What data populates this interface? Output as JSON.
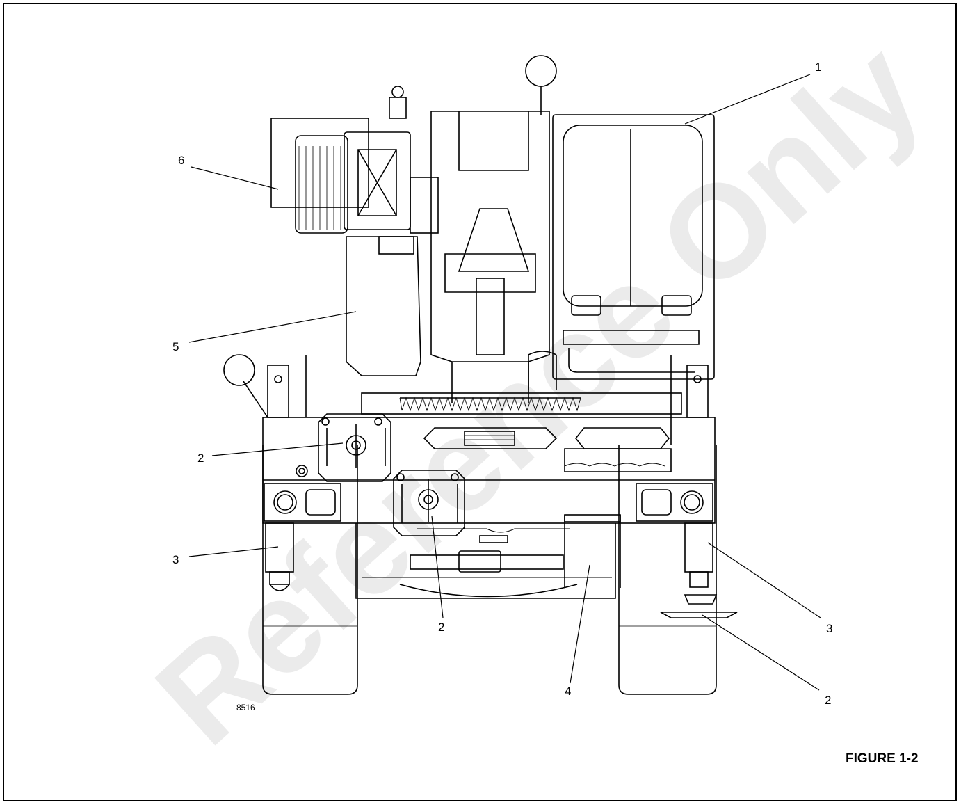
{
  "figure": {
    "title": "FIGURE 1-2",
    "image_id": "8516",
    "watermark_text": "Reference Only"
  },
  "callouts": [
    {
      "id": "c1",
      "label": "1"
    },
    {
      "id": "c6",
      "label": "6"
    },
    {
      "id": "c5",
      "label": "5"
    },
    {
      "id": "c2a",
      "label": "2"
    },
    {
      "id": "c3a",
      "label": "3"
    },
    {
      "id": "c2b",
      "label": "2"
    },
    {
      "id": "c4",
      "label": "4"
    },
    {
      "id": "c3b",
      "label": "3"
    },
    {
      "id": "c2c",
      "label": "2"
    }
  ],
  "colors": {
    "line": "#000000",
    "watermark": "#e9e9e9",
    "background": "#ffffff"
  }
}
